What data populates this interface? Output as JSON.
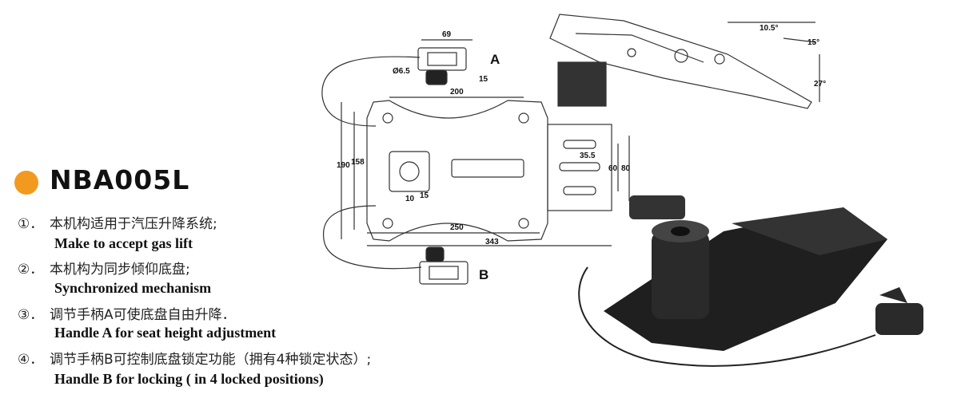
{
  "product": {
    "model": "NBA005L",
    "accent_color": "#f29a1f"
  },
  "features": [
    {
      "num": "①．",
      "cn": "本机构适用于汽压升降系统;",
      "en": "Make to accept gas lift"
    },
    {
      "num": "②．",
      "cn": "本机构为同步倾仰底盘;",
      "en": "Synchronized mechanism"
    },
    {
      "num": "③．",
      "cn": "调节手柄A可使底盘自由升降．",
      "en": "Handle A for seat height adjustment"
    },
    {
      "num": "④．",
      "cn": "调节手柄B可控制底盘锁定功能（拥有4种锁定状态）;",
      "en": "Handle B for locking ( in 4 locked positions)"
    }
  ],
  "drawing": {
    "handle_a": "A",
    "handle_b": "B",
    "dims": {
      "d69": "69",
      "d6_5": "Ø6.5",
      "d15a": "15",
      "d200": "200",
      "d190": "190",
      "d158": "158",
      "d10": "10",
      "d15b": "15",
      "d35_5": "35.5",
      "d60": "60",
      "d80": "80",
      "d250": "250",
      "d343": "343",
      "d10_5": "10.5°",
      "d15deg": "15°",
      "d27deg": "27°"
    }
  }
}
